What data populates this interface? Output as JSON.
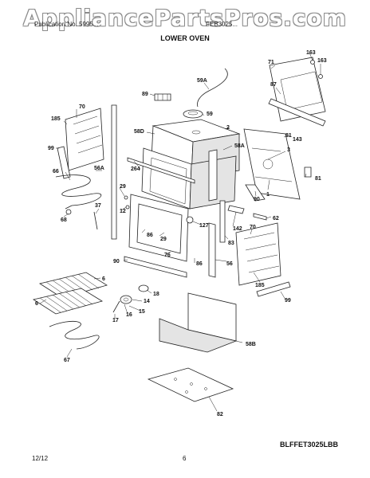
{
  "watermark": "AppliancePartsPros.com",
  "header": {
    "left": "Publication No. 5995...",
    "right": "FEB3025...",
    "title": "LOWER OVEN"
  },
  "model_code": "BLFFET3025LBB",
  "footer": {
    "date": "12/12",
    "page": "6"
  },
  "callouts": {
    "c163a": "163",
    "c163b": "163",
    "c71": "71",
    "c87": "87",
    "c59A": "59A",
    "c89": "89",
    "c59": "59",
    "c70a": "70",
    "c185a": "185",
    "c99a": "99",
    "c58D": "58D",
    "c2": "2",
    "c58A": "58A",
    "c3": "3",
    "c81a": "81",
    "c143": "143",
    "c264": "264",
    "c56A": "56A",
    "c66": "66",
    "c29a": "29",
    "c12": "12",
    "c37": "37",
    "c68": "68",
    "c1": "1",
    "c90a": "90",
    "c81b": "81",
    "c62": "62",
    "c142": "142",
    "c127": "127",
    "c86a": "86",
    "c29b": "29",
    "c70b": "70",
    "c76": "76",
    "c83": "83",
    "c90b": "90",
    "c86b": "86",
    "c56": "56",
    "c185b": "185",
    "c6a": "6",
    "c18": "18",
    "c6b": "6",
    "c14": "14",
    "c99b": "99",
    "c15": "15",
    "c16": "16",
    "c17": "17",
    "c58B": "58B",
    "c67": "67",
    "c82": "82"
  }
}
